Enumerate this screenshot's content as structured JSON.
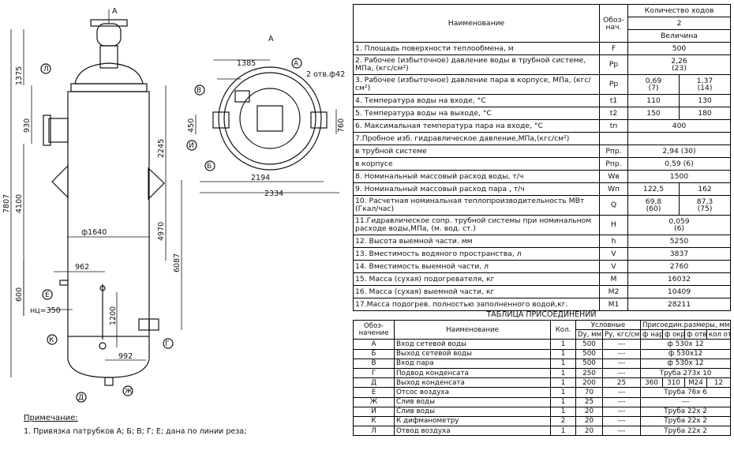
{
  "drawing": {
    "view_a_top": "A",
    "view_a_title": "A",
    "dims": {
      "d1375": "1375",
      "d930": "930",
      "d4100": "4100",
      "d7807": "7807",
      "d2245": "2245",
      "d4970": "4970",
      "d6087": "6087",
      "d1640": "ф1640",
      "d962": "962",
      "d600": "600",
      "d1200": "1200",
      "nu350": "нц=350",
      "d992": "992",
      "d1385": "1385",
      "otv": "2 отв.ф42",
      "d450": "450",
      "d760": "760",
      "d2194": "2194",
      "d2334": "2334"
    },
    "letters": {
      "L": "Л",
      "E": "Е",
      "K": "К",
      "ZH": "Ж",
      "D": "Д",
      "G": "Г",
      "A": "А",
      "V": "В",
      "I": "И",
      "B": "Б"
    }
  },
  "note": {
    "title": "Примечание:",
    "text": "1. Привязка патрубков А; Б; В; Г; Е; дана по линии реза;"
  },
  "spec": {
    "head_name": "Наименование",
    "head_code1": "Обоз-",
    "head_code2": "нач.",
    "head_qty": "Количество ходов",
    "head_qty_val": "2",
    "head_value": "Величина",
    "rows": [
      {
        "name": "1. Площадь поверхности теплообмена, м",
        "code": "F",
        "v1": "500",
        "v2": ""
      },
      {
        "name": "2. Рабочее (избыточное) давление воды в трубной системе, МПа, (кгс/см²)",
        "code": "Pр",
        "v1": "2,26",
        "v1b": "(23)",
        "v2": ""
      },
      {
        "name": "3. Рабочее (избыточное) давление пара в корпусе, МПа, (кгс/см²)",
        "code": "Pр",
        "v1": "0,69",
        "v1b": "(7)",
        "v2": "1,37",
        "v2b": "(14)"
      },
      {
        "name": "4. Температура воды на входе, °С",
        "code": "t1",
        "v1": "110",
        "v2": "130"
      },
      {
        "name": "5. Температура воды на выходе, °С",
        "code": "t2",
        "v1": "150",
        "v2": "180"
      },
      {
        "name": "6. Максимальная температура пара на входе, °С",
        "code": "tп",
        "v1": "400",
        "v2": ""
      },
      {
        "name": "7.Пробное изб. гидравлическое давление,МПа,(кгс/см²)",
        "code": "",
        "v1": "",
        "v2": ""
      },
      {
        "name": "в трубной системе",
        "code": "Pпр.",
        "v1": "2,94 (30)",
        "v2": ""
      },
      {
        "name": "в корпусе",
        "code": "Pпр.",
        "v1": "0,59 (6)",
        "v2": ""
      },
      {
        "name": "8. Номинальный массовый расход воды, т/ч",
        "code": "Wв",
        "v1": "1500",
        "v2": ""
      },
      {
        "name": "9. Номинальный массовый расход пара , т/ч",
        "code": "Wп",
        "v1": "122,5",
        "v2": "162"
      },
      {
        "name": "10. Расчетная номинальная теплопроизводительность МВт (Гкал/час)",
        "code": "Q",
        "v1": "69,8",
        "v1b": "(60)",
        "v2": "87,3",
        "v2b": "(75)"
      },
      {
        "name": "11.Гидравлическое сопр. трубной системы при номинальном расходе воды,МПа, (м. вод. ст.)",
        "code": "H",
        "v1": "0,059",
        "v1b": "(6)",
        "v2": ""
      },
      {
        "name": "12. Высота выемной части. мм",
        "code": "h",
        "v1": "5250",
        "v2": ""
      },
      {
        "name": "13. Вместимость водяного пространства, л",
        "code": "V",
        "v1": "3837",
        "v2": ""
      },
      {
        "name": "14. Вместимость выемной части, л",
        "code": "V",
        "v1": "2760",
        "v2": ""
      },
      {
        "name": "15. Масса (сухая) подогревателя, кг",
        "code": "M",
        "v1": "16032",
        "v2": ""
      },
      {
        "name": "16. Масса (сухая) выемной части, кг",
        "code": "M2",
        "v1": "10409",
        "v2": ""
      },
      {
        "name": "17.Масса подогрев. полностью заполненного водой,кг.",
        "code": "M1",
        "v1": "28211",
        "v2": ""
      }
    ]
  },
  "connections": {
    "title": "ТАБЛИЦА ПРИСОЕДИНЕНИЙ",
    "h_code1": "Обоз-",
    "h_code2": "начение",
    "h_name": "Наименование",
    "h_qty": "Кол.",
    "h_cond": "Условные",
    "h_dims": "Присоедин.размеры, мм",
    "h_du": "Dу, мм",
    "h_pu": "Pу, кгс/см²",
    "h_fnar": "ф нар",
    "h_fokr": "ф окр отв",
    "h_fotv": "ф отв",
    "h_kol": "кол отв",
    "rows": [
      {
        "code": "А",
        "name": "Вход сетевой воды",
        "qty": "1",
        "du": "500",
        "pu": "---",
        "dims": "ф 530х 12"
      },
      {
        "code": "Б",
        "name": "Выход сетевой воды",
        "qty": "1",
        "du": "500",
        "pu": "---",
        "dims": "ф 530х12"
      },
      {
        "code": "В",
        "name": "Вход пара",
        "qty": "1",
        "du": "500",
        "pu": "---",
        "dims": "ф 530х 12"
      },
      {
        "code": "Г",
        "name": "Подвод конденсата",
        "qty": "1",
        "du": "250",
        "pu": "---",
        "dims": "Труба 273х 10"
      },
      {
        "code": "Д",
        "name": "Выход конденсата",
        "qty": "1",
        "du": "200",
        "pu": "25",
        "f1": "360",
        "f2": "310",
        "f3": "M24",
        "f4": "12"
      },
      {
        "code": "Е",
        "name": "Отсос воздуха",
        "qty": "1",
        "du": "70",
        "pu": "---",
        "dims": "Труба 76х 6"
      },
      {
        "code": "Ж",
        "name": "Слив воды",
        "qty": "1",
        "du": "25",
        "pu": "---",
        "dims": "---"
      },
      {
        "code": "И",
        "name": "Слив воды",
        "qty": "1",
        "du": "20",
        "pu": "---",
        "dims": "Труба 22х 2"
      },
      {
        "code": "К",
        "name": "К дифманометру",
        "qty": "2",
        "du": "20",
        "pu": "---",
        "dims": "Труба 22х 2"
      },
      {
        "code": "Л",
        "name": "Отвод воздуха",
        "qty": "1",
        "du": "20",
        "pu": "---",
        "dims": "Труба 22х 2"
      }
    ]
  }
}
